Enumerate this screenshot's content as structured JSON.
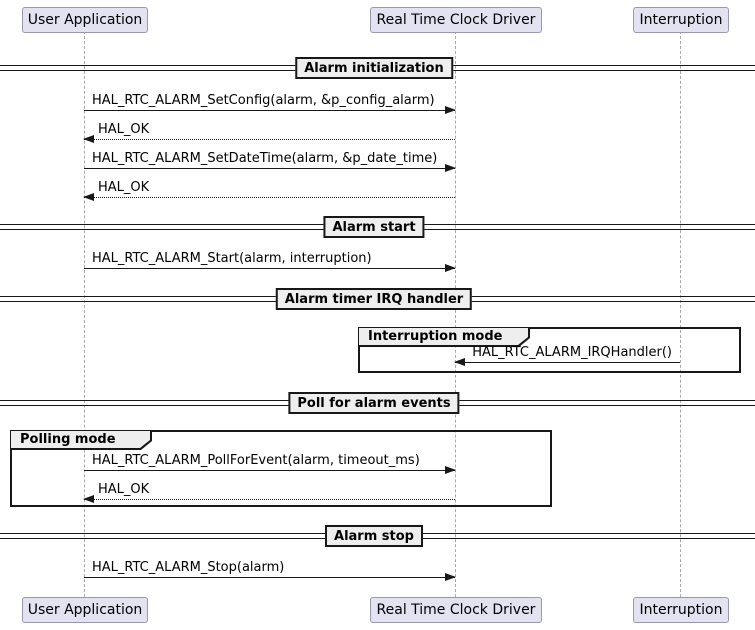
{
  "diagram": {
    "type": "uml-sequence-diagram",
    "participants": [
      {
        "label": "User Application"
      },
      {
        "label": "Real Time Clock Driver"
      },
      {
        "label": "Interruption"
      }
    ],
    "dividers": [
      {
        "label": "Alarm initialization"
      },
      {
        "label": "Alarm start"
      },
      {
        "label": "Alarm timer IRQ handler"
      },
      {
        "label": "Poll for alarm events"
      },
      {
        "label": "Alarm stop"
      }
    ],
    "frames": [
      {
        "label": "Interruption mode"
      },
      {
        "label": "Polling mode"
      }
    ],
    "messages": [
      {
        "label": "HAL_RTC_ALARM_SetConfig(alarm, &p_config_alarm)",
        "from": "User Application",
        "to": "Real Time Clock Driver",
        "style": "solid",
        "direction": "right"
      },
      {
        "label": "HAL_OK",
        "from": "Real Time Clock Driver",
        "to": "User Application",
        "style": "dashed",
        "direction": "left"
      },
      {
        "label": "HAL_RTC_ALARM_SetDateTime(alarm, &p_date_time)",
        "from": "User Application",
        "to": "Real Time Clock Driver",
        "style": "solid",
        "direction": "right"
      },
      {
        "label": "HAL_OK",
        "from": "Real Time Clock Driver",
        "to": "User Application",
        "style": "dashed",
        "direction": "left"
      },
      {
        "label": "HAL_RTC_ALARM_Start(alarm, interruption)",
        "from": "User Application",
        "to": "Real Time Clock Driver",
        "style": "solid",
        "direction": "right"
      },
      {
        "label": "HAL_RTC_ALARM_IRQHandler()",
        "from": "Interruption",
        "to": "Real Time Clock Driver",
        "style": "solid",
        "direction": "left"
      },
      {
        "label": "HAL_RTC_ALARM_PollForEvent(alarm, timeout_ms)",
        "from": "User Application",
        "to": "Real Time Clock Driver",
        "style": "solid",
        "direction": "right"
      },
      {
        "label": "HAL_OK",
        "from": "Real Time Clock Driver",
        "to": "User Application",
        "style": "dashed",
        "direction": "left"
      },
      {
        "label": "HAL_RTC_ALARM_Stop(alarm)",
        "from": "User Application",
        "to": "Real Time Clock Driver",
        "style": "solid",
        "direction": "right"
      }
    ],
    "colors": {
      "participant_fill": "#E2E2F0",
      "participant_border": "#9898B0",
      "divider_fill": "#EEEEEE",
      "line_color": "#181818",
      "lifeline_color": "#A9A9A9",
      "canvas_bg": "#FFFFFF"
    }
  }
}
